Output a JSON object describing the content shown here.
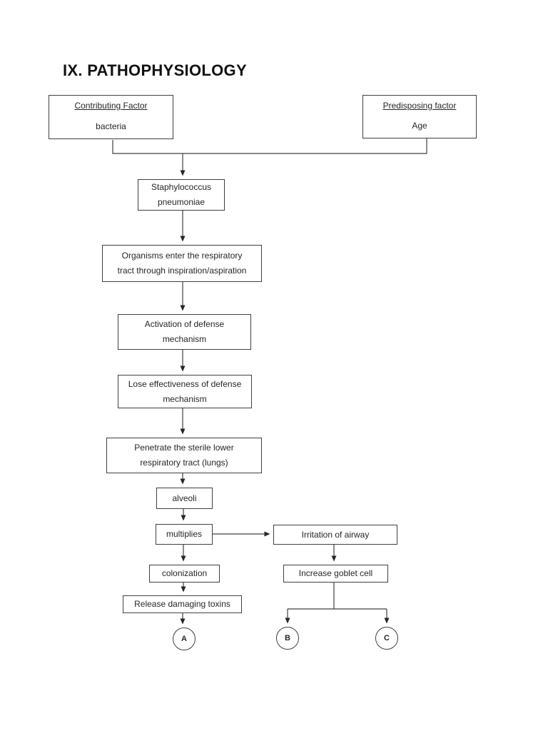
{
  "title": "IX. PATHOPHYSIOLOGY",
  "flowchart": {
    "contributing": {
      "header": "Contributing Factor",
      "value": "bacteria"
    },
    "predisposing": {
      "header": "Predisposing factor",
      "value": "Age"
    },
    "nodes": {
      "staph": "Staphylococcus\npneumoniae",
      "organisms": "Organisms enter the respiratory\ntract through inspiration/aspiration",
      "activation": "Activation of defense\nmechanism",
      "lose": "Lose effectiveness of defense\nmechanism",
      "penetrate": "Penetrate the sterile lower\nrespiratory tract (lungs)",
      "alveoli": "alveoli",
      "multiplies": "multiplies",
      "irritation": "Irritation of airway",
      "colonization": "colonization",
      "goblet": "Increase goblet cell",
      "release": "Release damaging toxins"
    },
    "terminals": {
      "a": "A",
      "b": "B",
      "c": "C"
    },
    "colors": {
      "line": "#404040",
      "text": "#262626",
      "background": "#ffffff"
    }
  }
}
